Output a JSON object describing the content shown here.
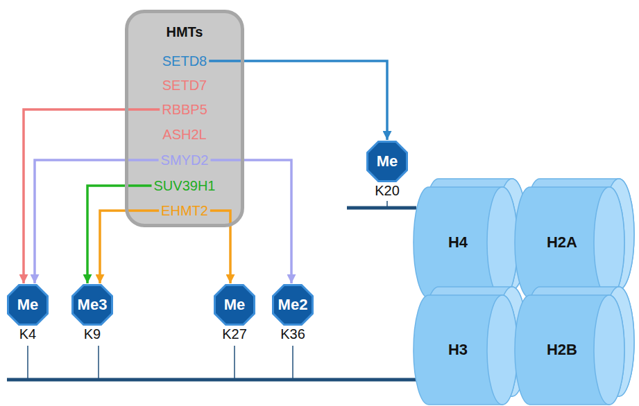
{
  "diagram": {
    "nodes": [
      {
        "text": [
          "HMTs"
        ]
      },
      {
        "text": [
          "SETD8"
        ],
        "in": 0
      },
      {
        "text": [
          "SETD7"
        ],
        "in": 0
      },
      {
        "text": [
          "RBBP5"
        ],
        "in": 0
      },
      {
        "text": [
          "ASH2L"
        ],
        "in": 0
      },
      {
        "text": [
          "SMYD2"
        ],
        "in": 0
      },
      {
        "text": [
          "SUV39H1"
        ],
        "in": 0
      },
      {
        "text": [
          "EHMT2"
        ],
        "in": 0
      },
      {
        "text": [
          "Me",
          "K20"
        ]
      },
      {
        "text": [
          "Me",
          "K4"
        ]
      },
      {
        "text": [
          "Me3",
          "K9"
        ]
      },
      {
        "text": [
          "Me",
          "K27"
        ]
      },
      {
        "text": [
          "Me2",
          "K36"
        ]
      },
      {
        "text": [
          "H4"
        ]
      },
      {
        "text": [
          "H2A"
        ]
      },
      {
        "text": [
          "H3"
        ]
      },
      {
        "text": [
          "H2B"
        ]
      }
    ],
    "edges": [
      {
        "from": 1,
        "to": 8,
        "arrow": "to"
      },
      {
        "from": 3,
        "to": 9,
        "arrow": "to"
      },
      {
        "from": 5,
        "to": 9,
        "arrow": "to"
      },
      {
        "from": 5,
        "to": 12,
        "arrow": "to"
      },
      {
        "from": 6,
        "to": 10,
        "arrow": "to"
      },
      {
        "from": 7,
        "to": 10,
        "arrow": "to"
      },
      {
        "from": 7,
        "to": 11,
        "arrow": "to"
      }
    ]
  }
}
